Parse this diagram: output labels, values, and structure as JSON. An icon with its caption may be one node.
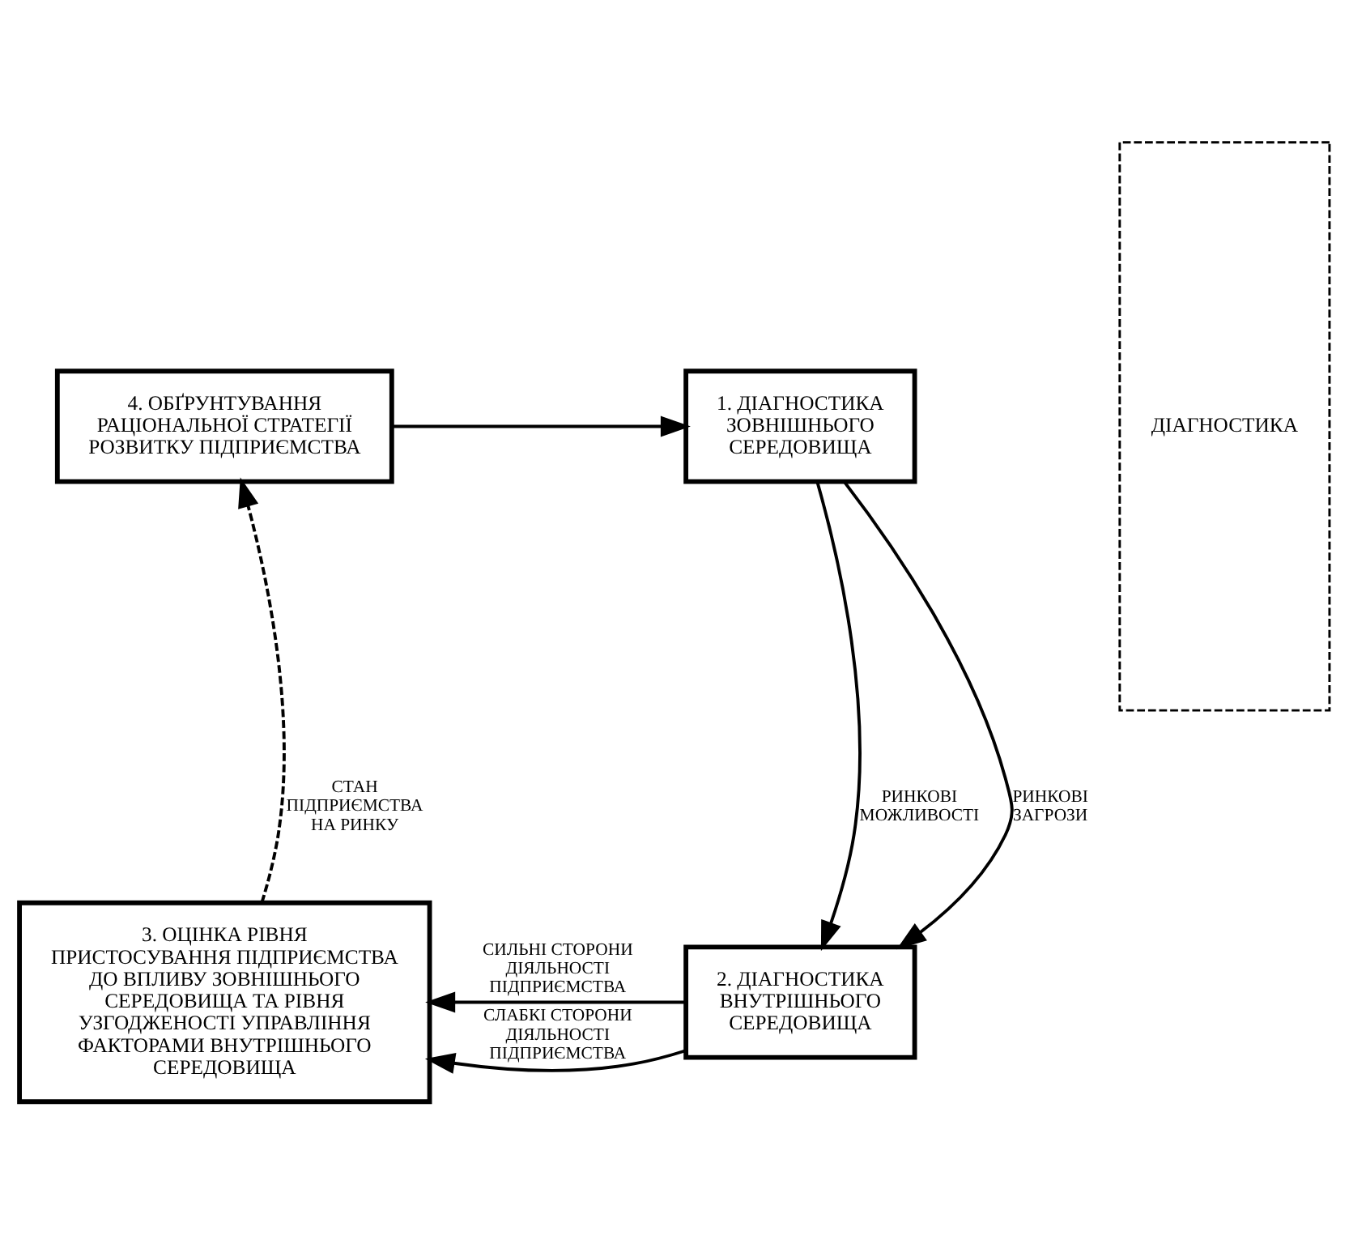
{
  "diagram": {
    "nodes": [
      {
        "text": [
          "4. ОБҐРУНТУВАННЯ РАЦІОНАЛЬНОЇ СТРАТЕГІЇ РОЗВИТКУ ПІДПРИЄМСТВА"
        ]
      },
      {
        "text": [
          "1. ДІАГНОСТИКА ЗОВНІШНЬОГО СЕРЕДОВИЩА"
        ]
      },
      {
        "text": [
          "ДІАГНОСТИКА"
        ]
      },
      {
        "text": [
          "3. ОЦІНКА РІВНЯ ПРИСТОСУВАННЯ ПІДПРИЄМСТВА ДО ВПЛИВУ ЗОВНІШНЬОГО СЕРЕДОВИЩА ТА РІВНЯ УЗГОДЖЕНОСТІ УПРАВЛІННЯ ФАКТОРАМИ ВНУТРІШНЬОГО СЕРЕДОВИЩА"
        ]
      },
      {
        "text": [
          "2. ДІАГНОСТИКА ВНУТРІШНЬОГО СЕРЕДОВИЩА"
        ]
      }
    ],
    "edges": [
      {
        "from": 0,
        "to": 1,
        "arrow": "to"
      },
      {
        "from": 1,
        "to": 4,
        "arrow": "to",
        "label": "РИНКОВІ МОЖЛИВОСТІ"
      },
      {
        "from": 1,
        "to": 4,
        "arrow": "to",
        "label": "РИНКОВІ ЗАГРОЗИ"
      },
      {
        "from": 4,
        "to": 3,
        "arrow": "to",
        "label": "СИЛЬНІ СТОРОНИ ДІЯЛЬНОСТІ ПІДПРИЄМСТВА"
      },
      {
        "from": 4,
        "to": 3,
        "arrow": "to",
        "label": "СЛАБКІ СТОРОНИ ДІЯЛЬНОСТІ ПІДПРИЄМСТВА"
      },
      {
        "from": 3,
        "to": 0,
        "arrow": "to",
        "label": "СТАН ПІДПРИЄМСТВА НА РИНКУ",
        "style": "dashed"
      }
    ]
  }
}
